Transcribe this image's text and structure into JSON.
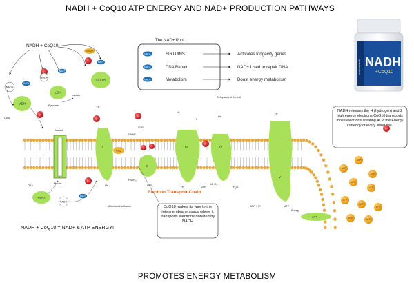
{
  "page": {
    "title": "NADH + CoQ10 ATP ENERGY AND NAD+ PRODUCTION PATHWAYS",
    "footer": "PROMOTES ENERGY METABOLISM"
  },
  "pool": {
    "title": "The NAD+ Pool",
    "rows": [
      {
        "chip": "NAD+",
        "label": "SIRTUINS",
        "target": "Activates longevity genes"
      },
      {
        "chip": "NAD+",
        "label": "DNA Repair",
        "target": "NAD+ Used to repair DNA"
      },
      {
        "chip": "NAD+",
        "label": "Metabolism",
        "target": "Boost energy metabolism"
      }
    ]
  },
  "product": {
    "brand": "nadresearch",
    "name": "NADH",
    "sub": "+CoQ10"
  },
  "left_cycle": {
    "header": "NADH + CoQ10",
    "nadh": "NADH",
    "nadplus": "NAD+",
    "coq10": "CoQ10",
    "ldh": "LDH",
    "mdh": "MDH",
    "gpdh": "GPDH",
    "pyruvate": "Pyruvate",
    "lactate": "Lactate",
    "oaa": "OAA",
    "electron": "e-"
  },
  "labels": {
    "cytoplasm": "Cytoplasm of the cell",
    "matrix": "Mitochondrial Matrix",
    "malate_top": "Malate",
    "malate_bottom": "Malate",
    "oaa_bottom": "OAA",
    "mdh2": "MDH2",
    "dhap": "DHAP",
    "g3p": "G3P",
    "fadh2": "FADH",
    "fadh2_sub": "2",
    "fad": "FAD",
    "coq": "CoQ",
    "etc": "Electron Transport Chain",
    "h_plus": "H+",
    "two_h": "2H+",
    "half_o2": "1/2 O",
    "o2_sub": "2",
    "h2o": "H",
    "h2o_rest": "O",
    "adp": "ADP + Pi",
    "atp": "ATP",
    "energy": "Energy",
    "ant": "ANT"
  },
  "complexes": [
    "I",
    "II",
    "III",
    "IV",
    "V"
  ],
  "equation": "NADH + CoQ10 = NAD+ & ATP ENERGY!",
  "callout_coq10": "CoQ10 makes its way to the intermembrane space where it transports electrons donated by NADH",
  "callout_nadh": "NADH releases the H (hydrogen) and 2 high energy electrons CoQ10 transports those electrons creating ATP, the Energy currency of every living cell.",
  "atp_balls": [
    "ATP",
    "ATP",
    "ATP",
    "ATP",
    "ATP",
    "ATP",
    "ATP",
    "ATP",
    "ATP",
    "ATP"
  ],
  "colors": {
    "green": "#a8e05a",
    "green_dark": "#6aa82a",
    "red": "#d8121b",
    "nad_blue": "#1f6fb2",
    "atp_orange": "#f6a81a",
    "membrane": "#e9a63a"
  }
}
